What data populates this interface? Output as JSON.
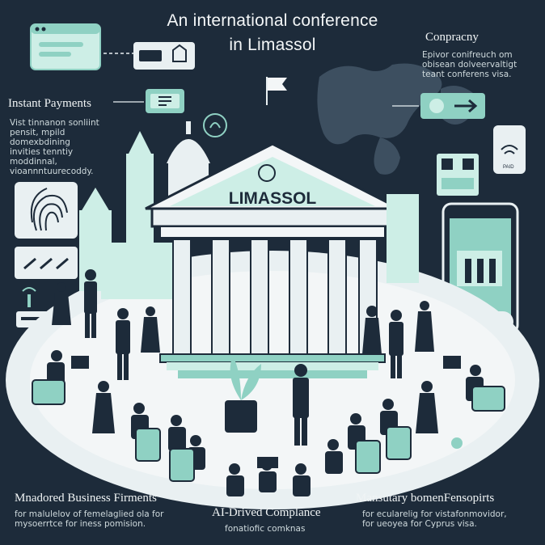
{
  "title": {
    "line1": "An international conference",
    "line2": "in Limassol"
  },
  "building": {
    "sign": "LIMASSOL"
  },
  "top_left": {
    "heading": "Instant Payments",
    "body": [
      "Vist tinnanon sonliint",
      "pensit, mpild domexbdining",
      "invities tenntiy moddinnal,",
      "vioannntuurecoddy."
    ]
  },
  "top_right": {
    "heading": "Conpracny",
    "body": [
      "Epivor conifreuch om",
      "obisean dolveervaltigt",
      "teant conferens visa."
    ]
  },
  "bottom_left": {
    "heading": "Mnadored Business Firments",
    "body": [
      "for malulelov of femelaglied ola for",
      "mysoerrtce for iness pomision."
    ]
  },
  "bottom_center": {
    "heading": "AI-Drived Complance",
    "body": [
      "fonatiofic comknas"
    ]
  },
  "bottom_right": {
    "heading": "Mansutary bomenFensopirts",
    "body": [
      "for ecularelig for vistafonmovidor,",
      "for ueoyea for Cyprus visa."
    ]
  },
  "phone_label": "PAID",
  "colors": {
    "background": "#1d2b3a",
    "mint": "#8fd1c3",
    "light_mint": "#cdeee6",
    "white": "#f3f6f7",
    "dark": "#1d2b3a"
  },
  "icons": [
    "browser-window-icon",
    "payment-card-icon",
    "money-icon",
    "fingerprint-icon",
    "world-map-icon",
    "arrow-right-icon",
    "smartphone-icon",
    "wifi-icon",
    "qr-code-icon",
    "checkmark-icon",
    "plant-icon",
    "laptop-icon"
  ]
}
